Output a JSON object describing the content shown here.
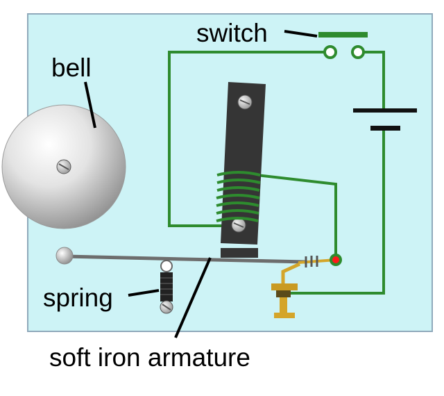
{
  "labels": {
    "switch": "switch",
    "bell": "bell",
    "spring": "spring",
    "armature": "soft iron armature"
  },
  "colors": {
    "board": "#cdf3f6",
    "board_border": "#8fa9bb",
    "wire": "#2e8b2e",
    "electromagnet_core": "#353535",
    "rod": "#6d6d6d",
    "brass": "#d4a52a",
    "contact": "#ff1a1a",
    "battery": "#111111"
  }
}
